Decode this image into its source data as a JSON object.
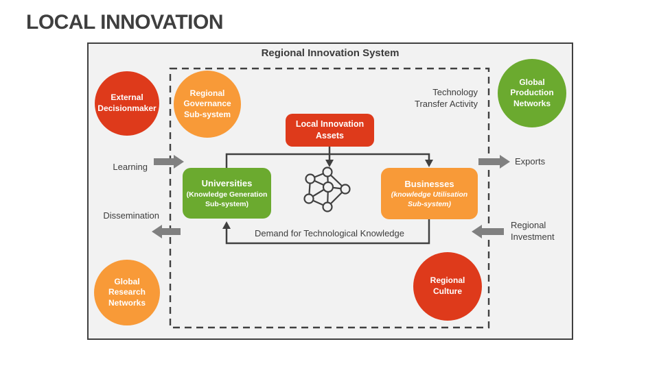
{
  "slide": {
    "title": "LOCAL INNOVATION"
  },
  "diagram": {
    "frame_label": "Regional Innovation System",
    "circles": {
      "external_decisionmaker": "External Decisionmaker",
      "regional_governance": "Regional Governance Sub-system",
      "global_production": "Global Production Networks",
      "global_research": "Global Research Networks",
      "regional_culture": "Regional Culture"
    },
    "boxes": {
      "local_innovation_assets": "Local Innovation Assets",
      "universities_title": "Universities",
      "universities_subtitle": "(Knowledge Generation Sub-system)",
      "businesses_title": "Businesses",
      "businesses_subtitle": "(knowledge Utilisation Sub-system)"
    },
    "labels": {
      "technology_transfer": "Technology Transfer Activity",
      "demand": "Demand for Technological Knowledge",
      "learning": "Learning",
      "dissemination": "Dissemination",
      "exports": "Exports",
      "regional_investment": "Regional Investment"
    },
    "icons": {
      "center_icon": "network-cluster-icon"
    }
  },
  "colors": {
    "red": "#de3a1b",
    "orange": "#f89a38",
    "green": "#6baa2f",
    "arrow_gray": "#808080",
    "line": "#404040",
    "frame_fill": "#f2f2f2",
    "text": "#3a3a3a"
  }
}
